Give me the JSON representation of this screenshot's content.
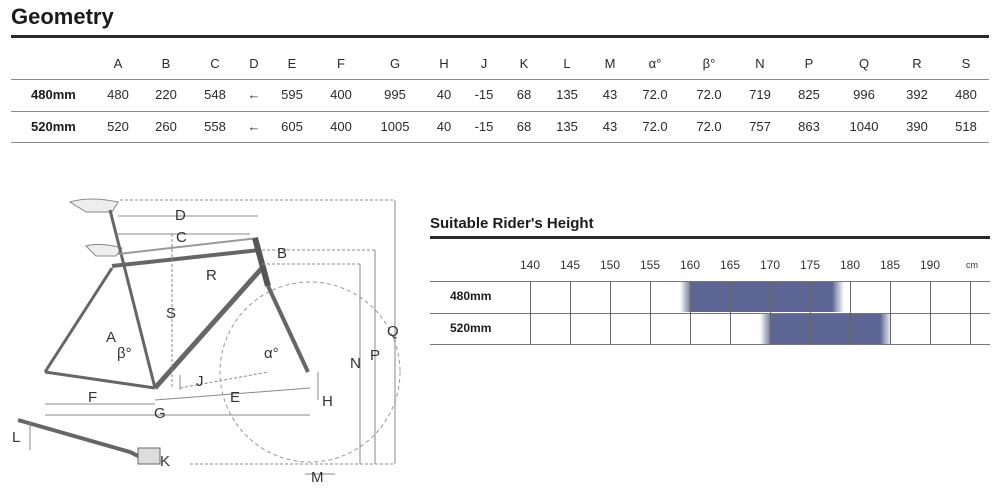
{
  "title": "Geometry",
  "geometry": {
    "columns": [
      "A",
      "B",
      "C",
      "D",
      "E",
      "F",
      "G",
      "H",
      "J",
      "K",
      "L",
      "M",
      "α°",
      "β°",
      "N",
      "P",
      "Q",
      "R",
      "S"
    ],
    "rows": [
      {
        "size": "480mm",
        "values": [
          "480",
          "220",
          "548",
          "←",
          "595",
          "400",
          "995",
          "40",
          "-15",
          "68",
          "135",
          "43",
          "72.0",
          "72.0",
          "719",
          "825",
          "996",
          "392",
          "480"
        ]
      },
      {
        "size": "520mm",
        "values": [
          "520",
          "260",
          "558",
          "←",
          "605",
          "400",
          "1005",
          "40",
          "-15",
          "68",
          "135",
          "43",
          "72.0",
          "72.0",
          "757",
          "863",
          "1040",
          "390",
          "518"
        ]
      }
    ]
  },
  "diagram": {
    "labels": [
      "D",
      "C",
      "B",
      "R",
      "S",
      "A",
      "β°",
      "α°",
      "J",
      "N",
      "P",
      "Q",
      "F",
      "E",
      "G",
      "H",
      "L",
      "K",
      "M"
    ]
  },
  "rider_height": {
    "title": "Suitable Rider's Height",
    "ticks": [
      "140",
      "145",
      "150",
      "155",
      "160",
      "165",
      "170",
      "175",
      "180",
      "185",
      "190"
    ],
    "unit": "cm",
    "rows": [
      {
        "size": "480mm",
        "from": 160,
        "to": 178
      },
      {
        "size": "520mm",
        "from": 170,
        "to": 184
      }
    ],
    "bar_color": "#5c6594"
  }
}
